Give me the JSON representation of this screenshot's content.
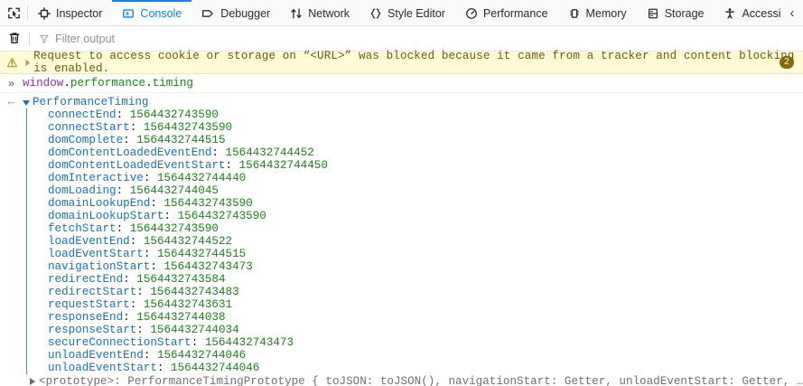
{
  "toolbar": {
    "pick_element_label": "Pick an element from the page",
    "tabs": [
      {
        "id": "inspector",
        "label": "Inspector",
        "icon": "inspector-icon",
        "active": false
      },
      {
        "id": "console",
        "label": "Console",
        "icon": "console-icon",
        "active": true
      },
      {
        "id": "debugger",
        "label": "Debugger",
        "icon": "debugger-icon",
        "active": false
      },
      {
        "id": "network",
        "label": "Network",
        "icon": "network-icon",
        "active": false
      },
      {
        "id": "style-editor",
        "label": "Style Editor",
        "icon": "style-editor-icon",
        "active": false
      },
      {
        "id": "performance",
        "label": "Performance",
        "icon": "performance-icon",
        "active": false
      },
      {
        "id": "memory",
        "label": "Memory",
        "icon": "memory-icon",
        "active": false
      },
      {
        "id": "storage",
        "label": "Storage",
        "icon": "storage-icon",
        "active": false
      },
      {
        "id": "accessibility",
        "label": "Accessibility",
        "icon": "accessibility-icon",
        "active": false
      }
    ],
    "overflow_glyph": "‹",
    "accent_color": "#0a84ff"
  },
  "filterbar": {
    "clear_icon": "trash-icon",
    "filter_icon": "funnel-icon",
    "filter_placeholder": "Filter output",
    "filter_value": ""
  },
  "console": {
    "warning": {
      "icon": "warning-triangle-icon",
      "twisty": "chevron-right-icon",
      "text": "Request to access cookie or storage on “<URL>” was blocked because it came from a tracker and content blocking is enabled.",
      "badge_count": "2",
      "background_color": "#fffbd6",
      "text_color": "#6b5a10",
      "badge_color": "#86690b"
    },
    "input": {
      "prompt_glyph": "»",
      "tokens": [
        {
          "text": "window",
          "type": "object"
        },
        {
          "text": ".",
          "type": "punct"
        },
        {
          "text": "performance",
          "type": "prop"
        },
        {
          "text": ".",
          "type": "punct"
        },
        {
          "text": "timing",
          "type": "prop"
        }
      ]
    },
    "result": {
      "return_glyph": "←",
      "object_name": "PerformanceTiming",
      "expanded": true,
      "properties": [
        {
          "key": "connectEnd",
          "value": "1564432743590"
        },
        {
          "key": "connectStart",
          "value": "1564432743590"
        },
        {
          "key": "domComplete",
          "value": "1564432744515"
        },
        {
          "key": "domContentLoadedEventEnd",
          "value": "1564432744452"
        },
        {
          "key": "domContentLoadedEventStart",
          "value": "1564432744450"
        },
        {
          "key": "domInteractive",
          "value": "1564432744440"
        },
        {
          "key": "domLoading",
          "value": "1564432744045"
        },
        {
          "key": "domainLookupEnd",
          "value": "1564432743590"
        },
        {
          "key": "domainLookupStart",
          "value": "1564432743590"
        },
        {
          "key": "fetchStart",
          "value": "1564432743590"
        },
        {
          "key": "loadEventEnd",
          "value": "1564432744522"
        },
        {
          "key": "loadEventStart",
          "value": "1564432744515"
        },
        {
          "key": "navigationStart",
          "value": "1564432743473"
        },
        {
          "key": "redirectEnd",
          "value": "1564432743584"
        },
        {
          "key": "redirectStart",
          "value": "1564432743483"
        },
        {
          "key": "requestStart",
          "value": "1564432743631"
        },
        {
          "key": "responseEnd",
          "value": "1564432744038"
        },
        {
          "key": "responseStart",
          "value": "1564432744034"
        },
        {
          "key": "secureConnectionStart",
          "value": "1564432743473"
        },
        {
          "key": "unloadEventEnd",
          "value": "1564432744046"
        },
        {
          "key": "unloadEventStart",
          "value": "1564432744046"
        }
      ],
      "prototype_line": "<prototype>: PerformanceTimingPrototype { toJSON: toJSON(), navigationStart: Getter, unloadEventStart: Getter, … }",
      "key_color": "#0b74d4",
      "value_color": "#108b10"
    }
  }
}
